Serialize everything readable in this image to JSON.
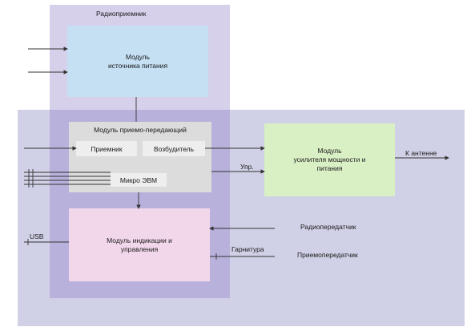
{
  "regions": {
    "receiver_title": "Радиоприемник",
    "transmitter_title": "Радиопередатчик",
    "transceiver_title": "Приемопередатчик"
  },
  "modules": {
    "psu_line1": "Модуль",
    "psu_line2": "источника питания",
    "trx_title": "Модуль приемо-передающий",
    "receiver": "Приемник",
    "exciter": "Возбудитель",
    "mcu": "Микро ЭВМ",
    "pa_line1": "Модуль",
    "pa_line2": "усилителя мощности и",
    "pa_line3": "питания",
    "ind_line1": "Модуль индикации и",
    "ind_line2": "управления"
  },
  "signals": {
    "control": "Упр.",
    "antenna": "К антенне",
    "usb": "USB",
    "headset": "Гарнитура"
  }
}
